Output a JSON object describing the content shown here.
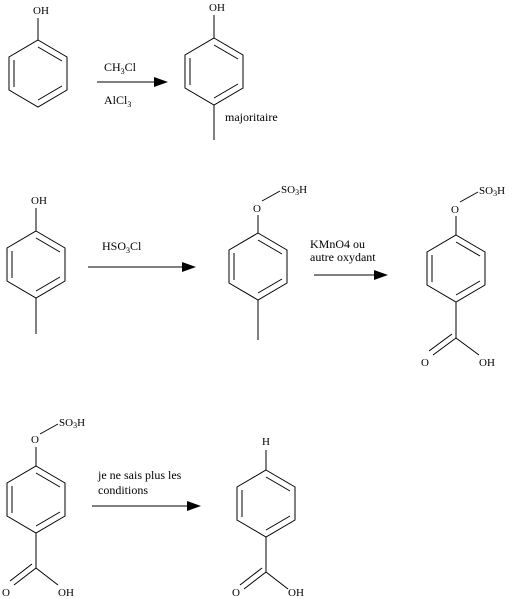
{
  "molecules": [
    {
      "id": "phenol",
      "substituents": [
        "OH"
      ]
    },
    {
      "id": "p-cresol",
      "substituents": [
        "OH",
        "CH3"
      ],
      "note": "majoritaire"
    },
    {
      "id": "p-cresol-2",
      "substituents": [
        "OH",
        "CH3"
      ]
    },
    {
      "id": "tolyl-hydrogensulfate",
      "substituents": [
        "O-SO3H",
        "CH3"
      ]
    },
    {
      "id": "carboxyphenyl-hydrogensulfate",
      "substituents": [
        "O-SO3H",
        "COOH"
      ]
    },
    {
      "id": "carboxyphenyl-hydrogensulfate-2",
      "substituents": [
        "O-SO3H",
        "COOH"
      ]
    },
    {
      "id": "benzoic-acid",
      "substituents": [
        "H",
        "COOH"
      ]
    }
  ],
  "labels": {
    "oh": "OH",
    "o": "O",
    "h": "H",
    "so3h_main": "SO",
    "so3h_sub": "3",
    "so3h_end": "H",
    "majoritaire": "majoritaire"
  },
  "reactions": [
    {
      "reagent_top_main": "CH",
      "reagent_top_sub": "3",
      "reagent_top_end": "Cl",
      "reagent_bottom_main": "AlCl",
      "reagent_bottom_sub": "3"
    },
    {
      "reagent_main": "HSO",
      "reagent_sub": "3",
      "reagent_end": "Cl"
    },
    {
      "line1": "KMnO4 ou",
      "line2": "autre oxydant"
    },
    {
      "line1": "je ne sais plus les",
      "line2": "conditions"
    }
  ]
}
